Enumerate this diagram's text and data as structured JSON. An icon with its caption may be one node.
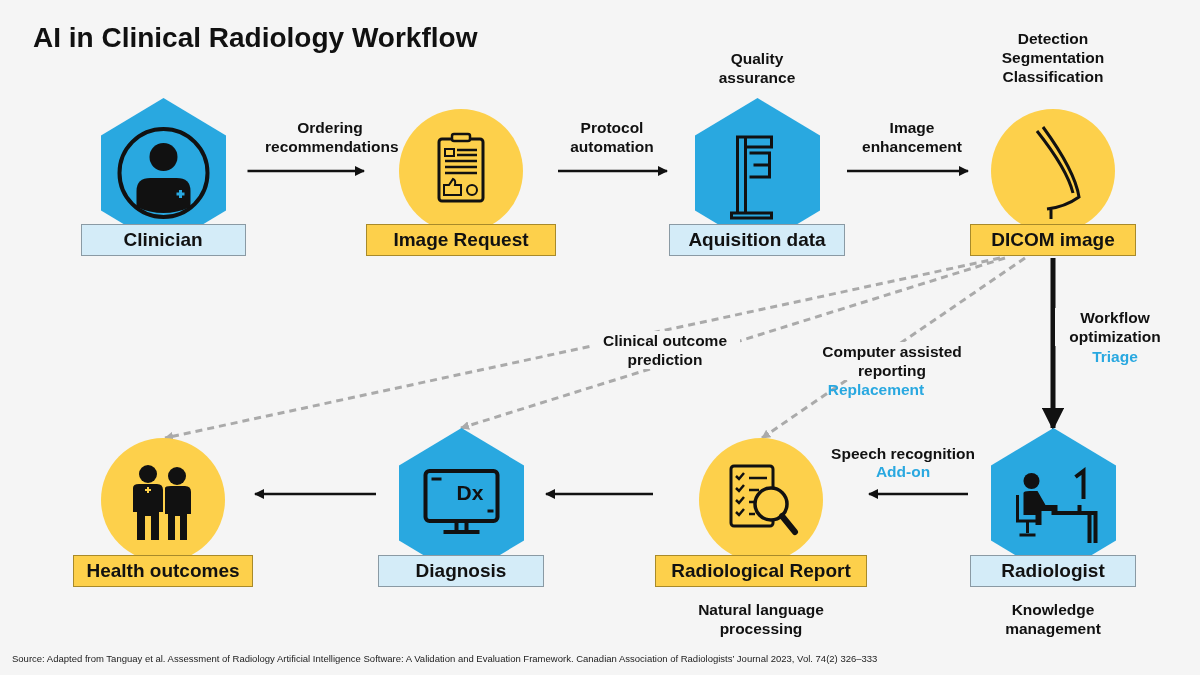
{
  "diagram": {
    "title": "AI in Clinical Radiology Workflow",
    "caption": "Source: Adapted from Tanguay et al. Assessment of Radiology Artificial Intelligence Software: A Validation and Evaluation Framework. Canadian Association of Radiologists’ Journal 2023, Vol. 74(2) 326–333",
    "nodes": [
      {
        "text": [
          "Clinician"
        ]
      },
      {
        "text": [
          "Image Request"
        ]
      },
      {
        "text": [
          "Aquisition data"
        ],
        "beside": [
          "Quality assurance"
        ]
      },
      {
        "text": [
          "DICOM image"
        ],
        "beside": [
          "Detection Segmentation Classification"
        ]
      },
      {
        "text": [
          "Health outcomes"
        ]
      },
      {
        "text": [
          "Diagnosis"
        ]
      },
      {
        "text": [
          "Radiological Report"
        ],
        "beside": [
          "Natural language processing"
        ]
      },
      {
        "text": [
          "Radiologist"
        ],
        "beside": [
          "Knowledge management"
        ]
      }
    ],
    "edges": [
      {
        "from": 0,
        "to": 1,
        "arrow": "to",
        "label": "Ordering recommendations"
      },
      {
        "from": 1,
        "to": 2,
        "arrow": "to",
        "label": "Protocol automation"
      },
      {
        "from": 2,
        "to": 3,
        "arrow": "to",
        "label": "Image enhancement"
      },
      {
        "from": 3,
        "to": 7,
        "arrow": "to",
        "label": "Workflow optimization",
        "style": "thick"
      },
      {
        "from": 7,
        "to": 6,
        "arrow": "to",
        "label": "Speech recognition"
      },
      {
        "from": 6,
        "to": 5,
        "arrow": "to"
      },
      {
        "from": 5,
        "to": 4,
        "arrow": "to"
      },
      {
        "from": 3,
        "to": 4,
        "arrow": "to",
        "label": "Clinical outcome prediction",
        "style": "dashed",
        "color": "#aaaaaa"
      },
      {
        "from": 3,
        "to": 5,
        "arrow": "to",
        "style": "dashed",
        "color": "#aaaaaa"
      },
      {
        "from": 3,
        "to": 6,
        "arrow": "to",
        "label": "Computer assisted reporting",
        "style": "dashed",
        "color": "#aaaaaa"
      }
    ],
    "labels": [
      "Triage",
      "Replacement",
      "Add-on",
      "Dx"
    ]
  }
}
